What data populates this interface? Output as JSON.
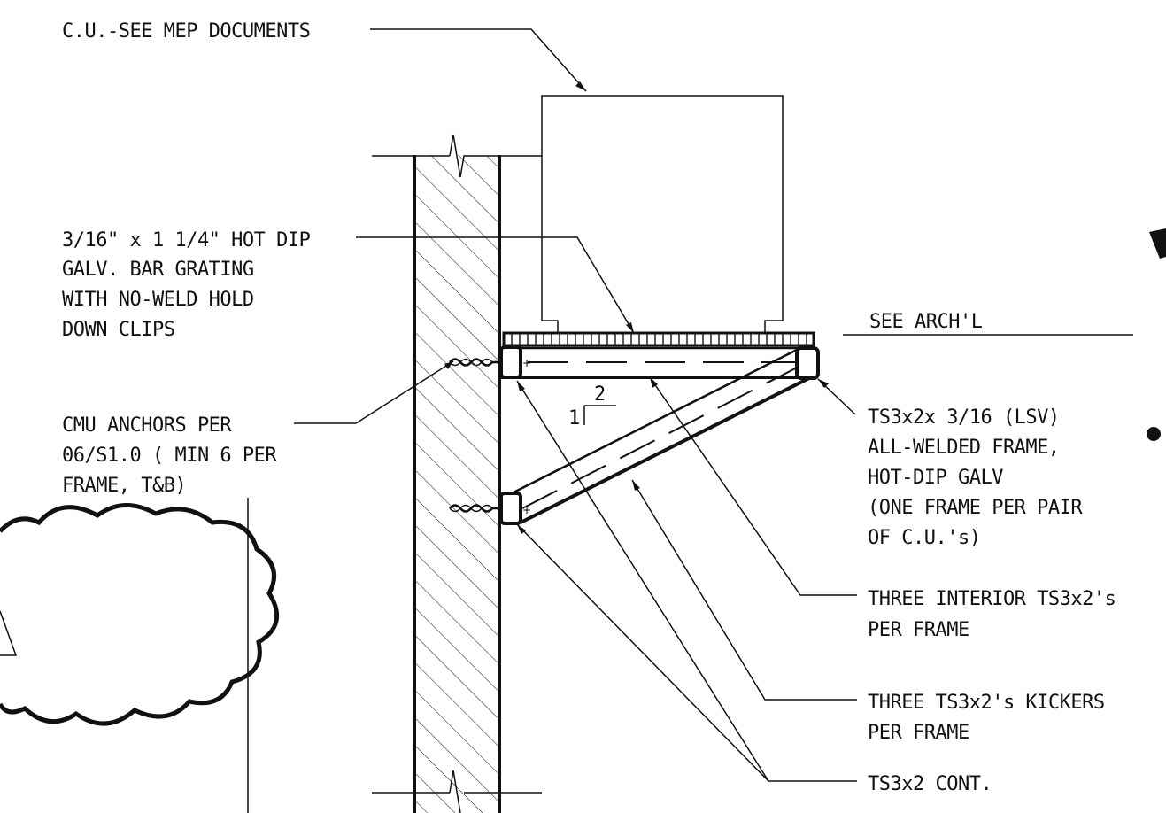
{
  "labels": {
    "cu": "C.U.-SEE MEP DOCUMENTS",
    "grating": [
      "3/16\" x 1 1/4\" HOT DIP",
      "GALV. BAR GRATING",
      "WITH NO-WELD HOLD",
      "DOWN CLIPS"
    ],
    "cmu_anchors": [
      "CMU ANCHORS PER",
      "06/S1.0 ( MIN 6 PER",
      "FRAME, T&B)"
    ],
    "see_arch": "SEE ARCH'L",
    "frame": [
      "TS3x2x 3/16 (LSV)",
      "ALL-WELDED FRAME,",
      "HOT-DIP GALV",
      "(ONE FRAME PER PAIR",
      "OF C.U.'s)"
    ],
    "interior": [
      "THREE INTERIOR TS3x2's",
      "PER FRAME"
    ],
    "kickers": [
      "THREE TS3x2's KICKERS",
      "PER FRAME"
    ],
    "cont": "TS3x2 CONT.",
    "slope_rise": "1",
    "slope_run": "2"
  }
}
